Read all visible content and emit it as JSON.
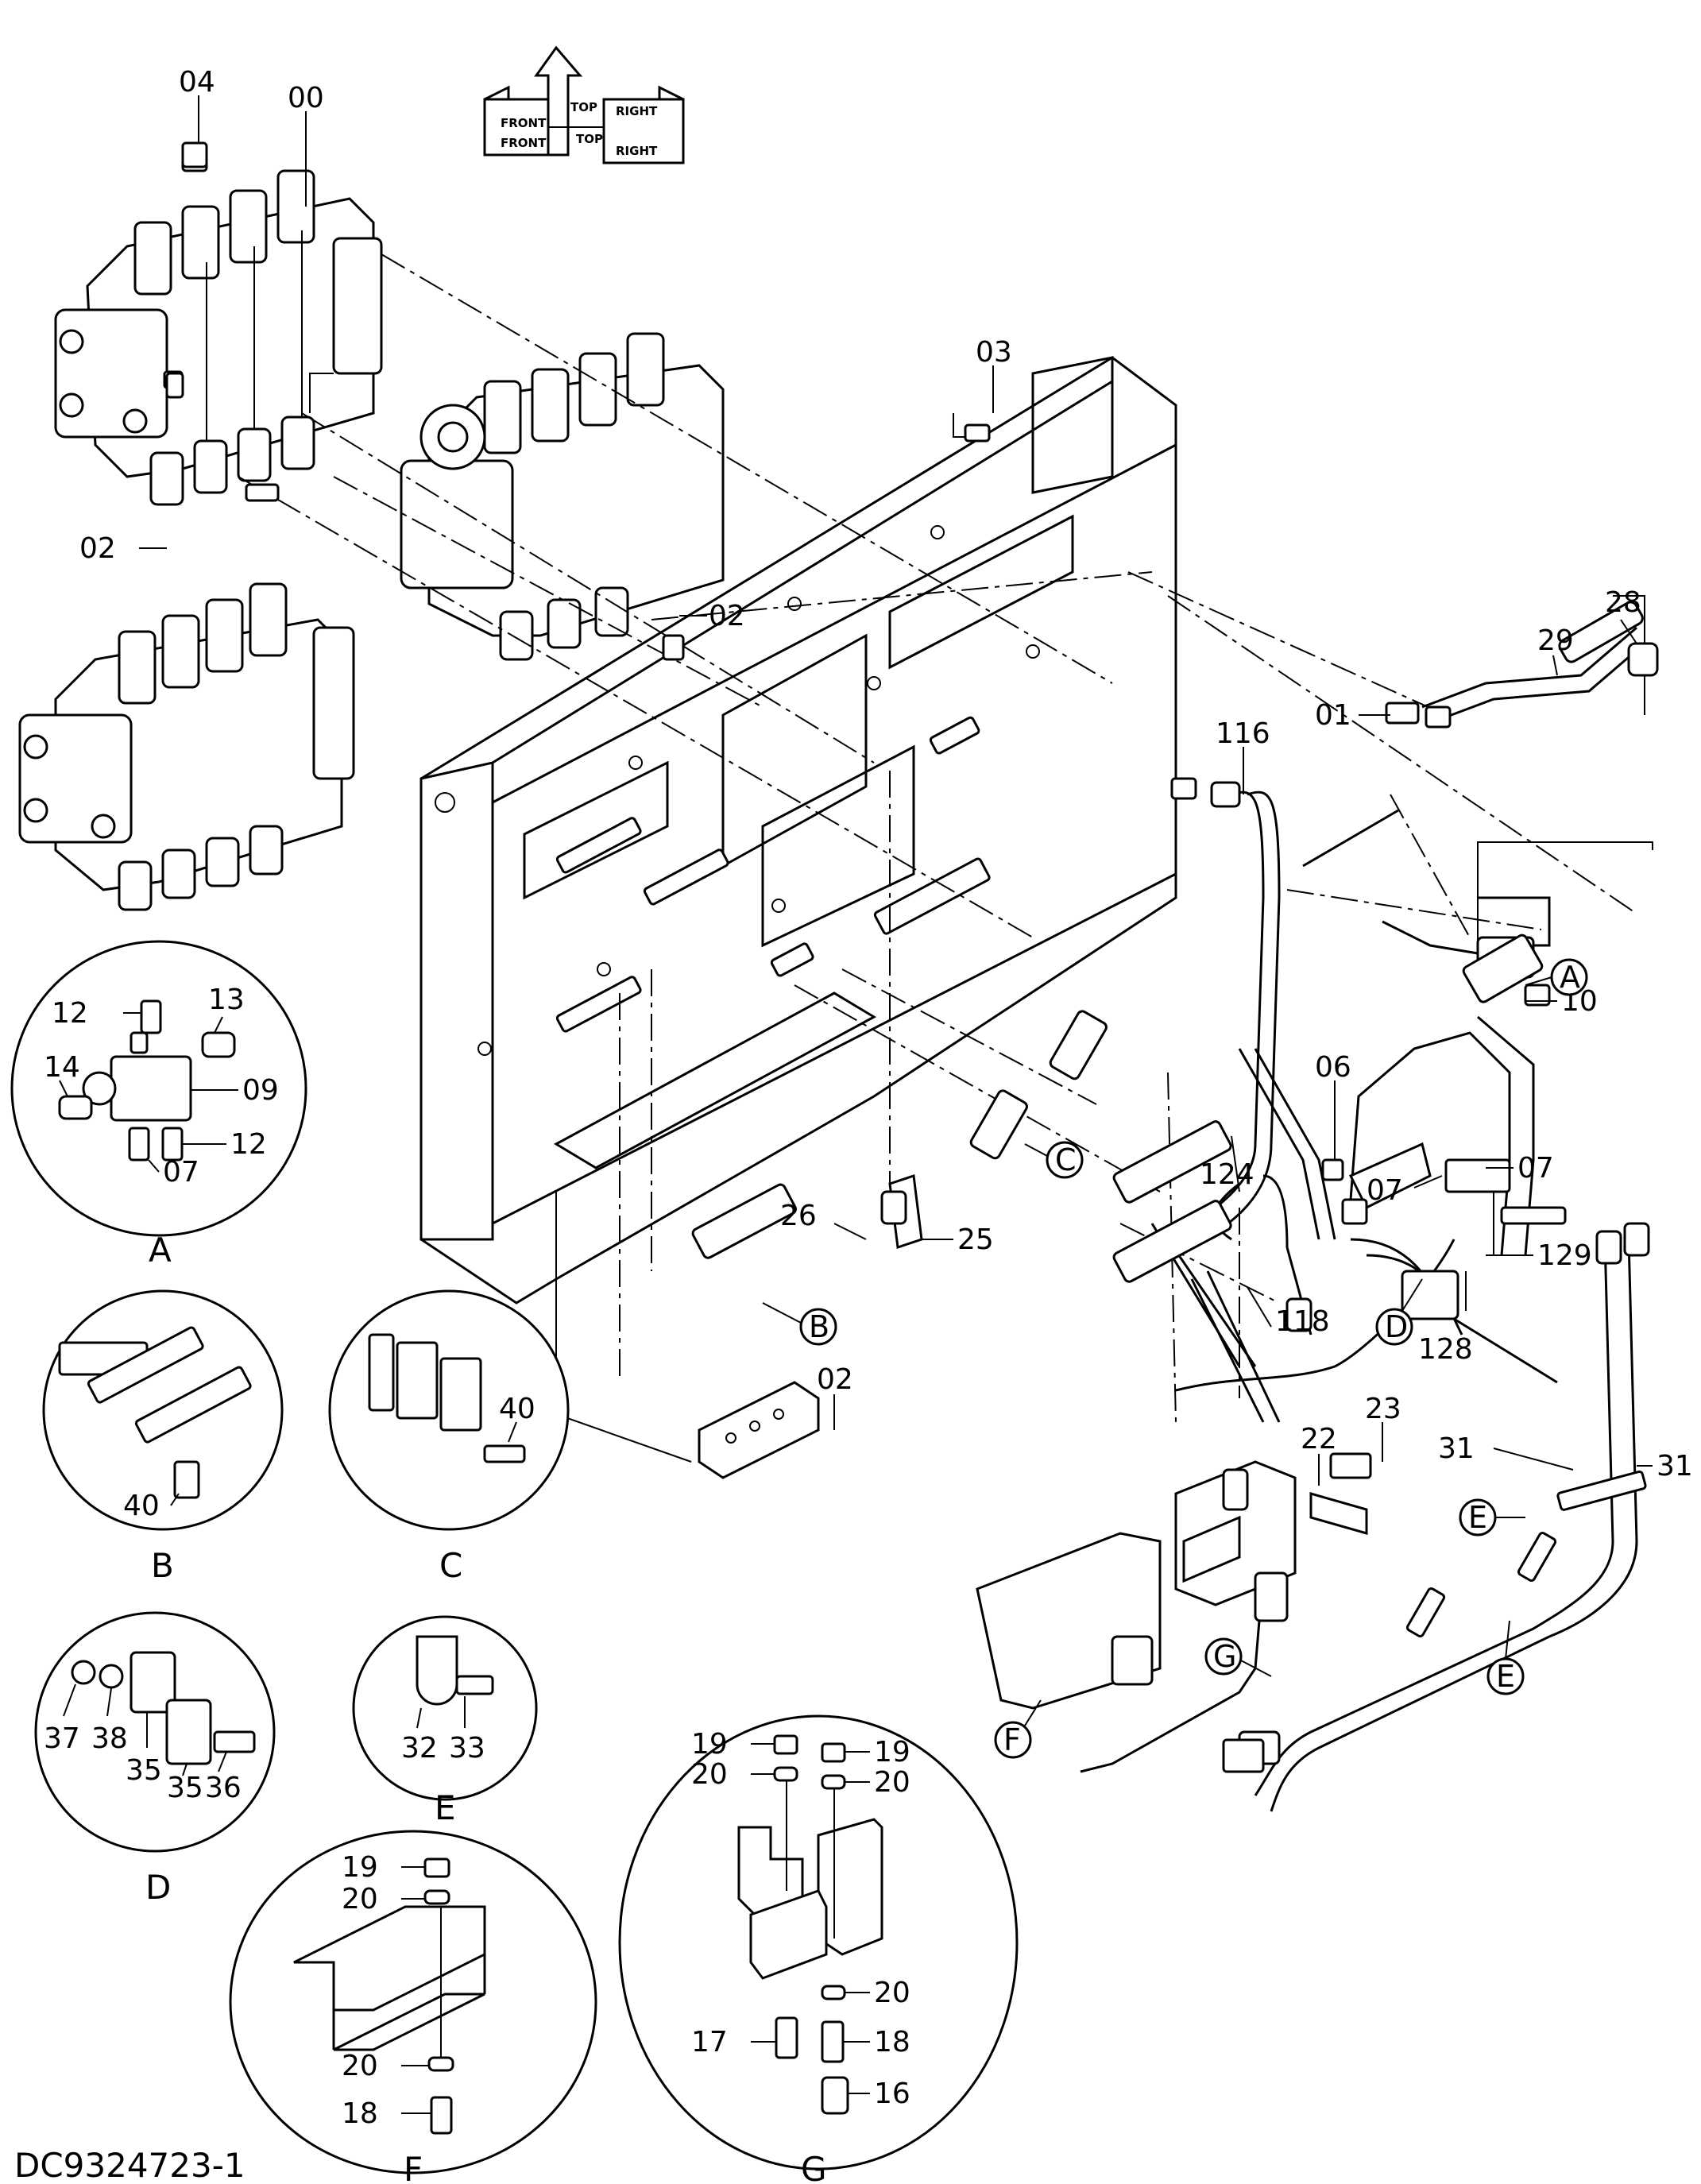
{
  "drawing_id": "DC9324723-1",
  "orientation": {
    "top": "TOP",
    "front": "FRONT",
    "right": "RIGHT",
    "mirrored_top": "TOP",
    "mirrored_front": "FRONT",
    "mirrored_right": "RIGHT"
  },
  "callouts": {
    "c00": "00",
    "c04": "04",
    "c02a": "02",
    "c02b": "02",
    "c02c": "02",
    "c03": "03",
    "c01": "01",
    "c29": "29",
    "c28": "28",
    "c116": "116",
    "c10": "10",
    "c06": "06",
    "c07a": "07",
    "c07b": "07",
    "c124": "124",
    "c129": "129",
    "c128": "128",
    "c118": "118",
    "c26": "26",
    "c25": "25",
    "c22": "22",
    "c23": "23",
    "c31a": "31",
    "c31b": "31"
  },
  "detail_markers": {
    "A": "A",
    "B": "B",
    "C": "C",
    "D": "D",
    "E1": "E",
    "E2": "E",
    "F": "F",
    "G": "G"
  },
  "detail_A": {
    "caption": "A",
    "labels": {
      "p12a": "12",
      "p13": "13",
      "p14": "14",
      "p09": "09",
      "p12b": "12",
      "p07": "07"
    }
  },
  "detail_B": {
    "caption": "B",
    "labels": {
      "p40": "40"
    }
  },
  "detail_C": {
    "caption": "C",
    "labels": {
      "p40": "40"
    }
  },
  "detail_D": {
    "caption": "D",
    "labels": {
      "p37": "37",
      "p38": "38",
      "p35a": "35",
      "p35b": "35",
      "p36": "36"
    }
  },
  "detail_E": {
    "caption": "E",
    "labels": {
      "p32": "32",
      "p33": "33"
    }
  },
  "detail_F": {
    "caption": "F",
    "labels": {
      "p19": "19",
      "p20a": "20",
      "p20b": "20",
      "p18": "18"
    }
  },
  "detail_G": {
    "caption": "G",
    "labels": {
      "p19a": "19",
      "p19b": "19",
      "p20a": "20",
      "p20b": "20",
      "p20c": "20",
      "p17": "17",
      "p18": "18",
      "p16": "16"
    }
  }
}
